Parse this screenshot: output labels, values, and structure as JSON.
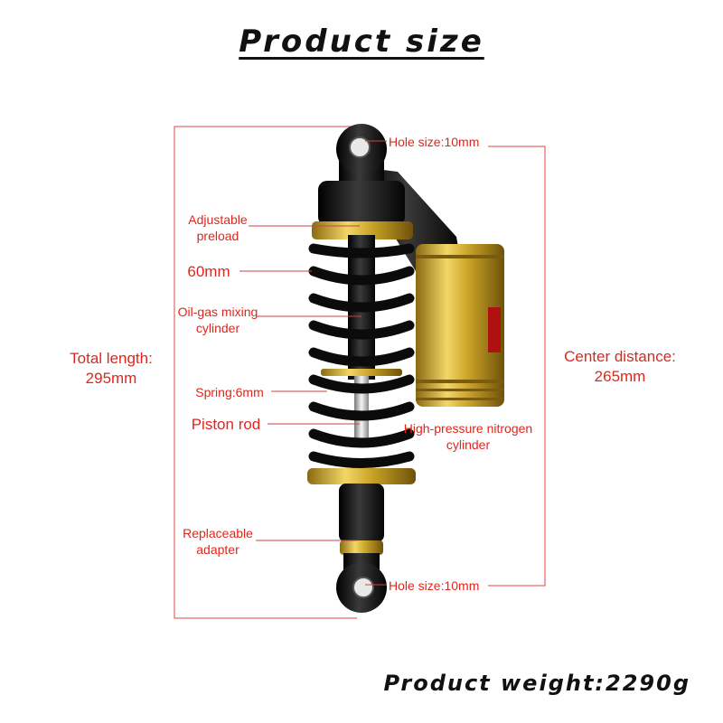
{
  "header": {
    "title": "Product size"
  },
  "footer": {
    "weight_text": "Product weight:2290g"
  },
  "labels": {
    "hole_top": "Hole size:10mm",
    "adjustable_1": "Adjustable",
    "adjustable_2": "preload",
    "diameter": "60mm",
    "oilgas_1": "Oil-gas mixing",
    "oilgas_2": "cylinder",
    "spring": "Spring:6mm",
    "piston": "Piston rod",
    "nitrogen_1": "High-pressure nitrogen",
    "nitrogen_2": "cylinder",
    "adapter_1": "Replaceable",
    "adapter_2": "adapter",
    "hole_bottom": "Hole size:10mm",
    "total_1": "Total length:",
    "total_2": "295mm",
    "center_1": "Center distance:",
    "center_2": "265mm"
  },
  "colors": {
    "label": "#e0261c",
    "gold": "#c9a227",
    "black": "#141414"
  }
}
